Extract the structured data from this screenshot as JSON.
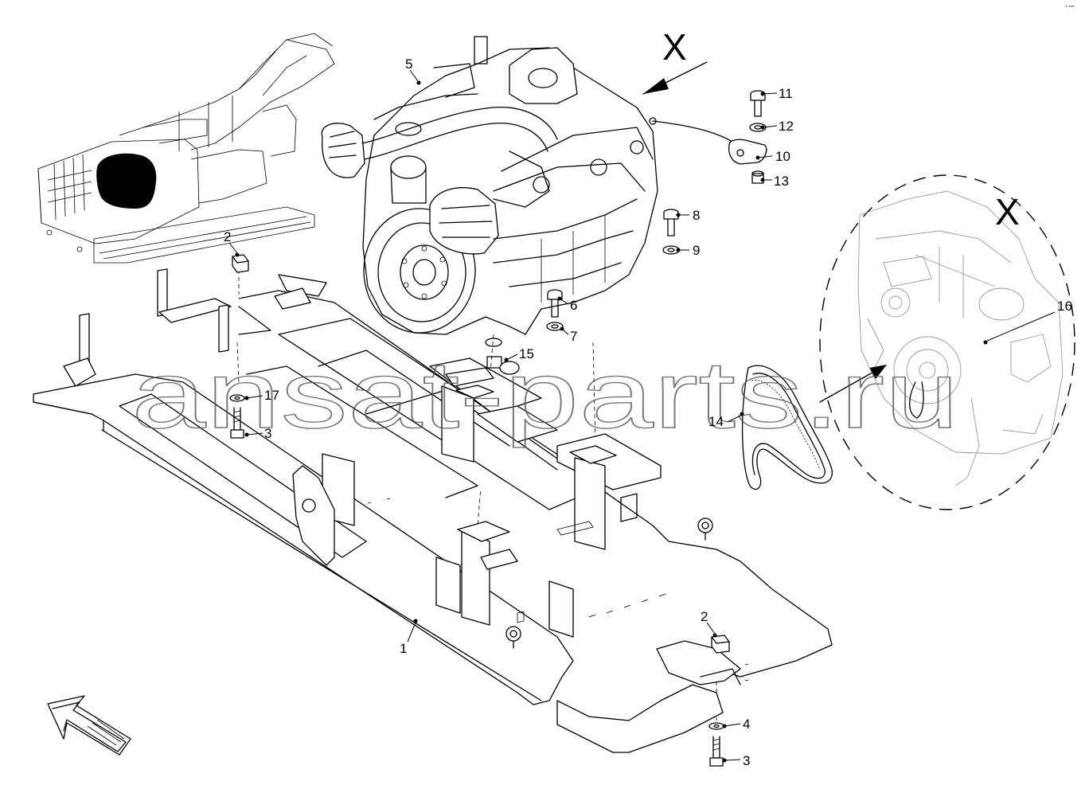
{
  "view_markers": {
    "x_main": "X",
    "x_detail": "X"
  },
  "watermark": "ansat-parts.ru",
  "callouts": [
    {
      "id": "c1",
      "label": "1"
    },
    {
      "id": "c2a",
      "label": "2"
    },
    {
      "id": "c2b",
      "label": "2"
    },
    {
      "id": "c3a",
      "label": "3"
    },
    {
      "id": "c3b",
      "label": "3"
    },
    {
      "id": "c4",
      "label": "4"
    },
    {
      "id": "c5",
      "label": "5"
    },
    {
      "id": "c6",
      "label": "6"
    },
    {
      "id": "c7",
      "label": "7"
    },
    {
      "id": "c8",
      "label": "8"
    },
    {
      "id": "c9",
      "label": "9"
    },
    {
      "id": "c10",
      "label": "10"
    },
    {
      "id": "c11",
      "label": "11"
    },
    {
      "id": "c12",
      "label": "12"
    },
    {
      "id": "c13",
      "label": "13"
    },
    {
      "id": "c14",
      "label": "14"
    },
    {
      "id": "c15",
      "label": "15"
    },
    {
      "id": "c16",
      "label": "16"
    },
    {
      "id": "c17",
      "label": "17"
    }
  ],
  "icons": [
    "machine-overview-icon",
    "orientation-arrow-icon",
    "engine-icon",
    "frame-icon",
    "belt-icon",
    "detail-view-icon"
  ]
}
